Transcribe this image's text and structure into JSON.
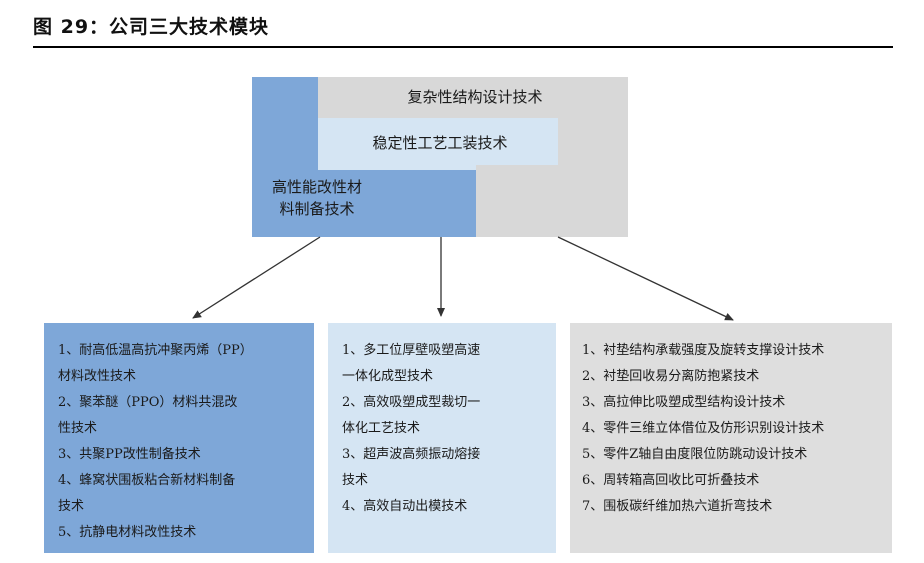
{
  "figure": {
    "title": "图 29：公司三大技术模块"
  },
  "center": {
    "label_structure": "复杂性结构设计技术",
    "label_process": "稳定性工艺工装技术",
    "label_material": "高性能改性材\n料制备技术"
  },
  "boxes": [
    {
      "color": "#7ea7d8",
      "items": [
        "1、耐高低温高抗冲聚丙烯（PP）\n材料改性技术",
        "2、聚苯醚（PPO）材料共混改\n性技术",
        "3、共聚PP改性制备技术",
        "4、蜂窝状围板粘合新材料制备\n技术",
        "5、抗静电材料改性技术"
      ]
    },
    {
      "color": "#d5e5f3",
      "items": [
        "1、多工位厚壁吸塑高速\n一体化成型技术",
        "2、高效吸塑成型裁切一\n体化工艺技术",
        "3、超声波高频振动熔接\n技术",
        "4、高效自动出模技术"
      ]
    },
    {
      "color": "#dedede",
      "items": [
        "1、衬垫结构承载强度及旋转支撑设计技术",
        "2、衬垫回收易分离防抱紧技术",
        "3、高拉伸比吸塑成型结构设计技术",
        "4、零件三维立体借位及仿形识别设计技术",
        "5、零件Z轴自由度限位防跳动设计技术",
        "6、周转箱高回收比可折叠技术",
        "7、围板碳纤维加热六道折弯技术"
      ]
    }
  ],
  "colors": {
    "material": "#7ea7d8",
    "process": "#d5e5f3",
    "structure": "#d8d8d8"
  }
}
